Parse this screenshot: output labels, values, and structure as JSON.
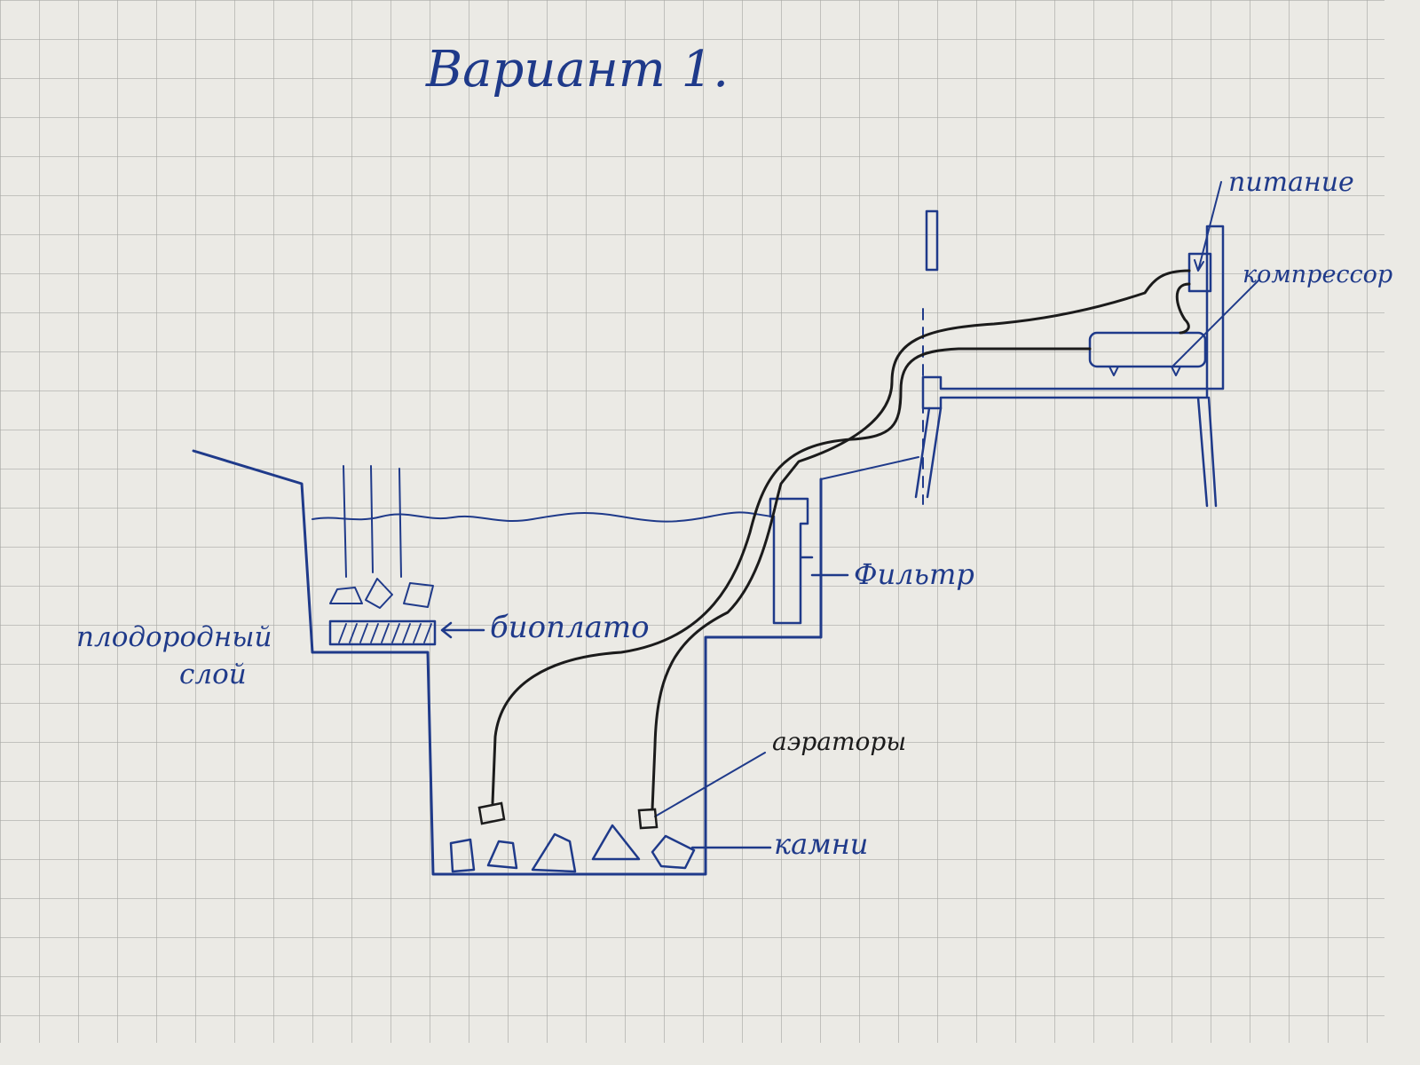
{
  "title": "Вариант 1.",
  "labels": {
    "power": "питание",
    "compressor": "компрессор",
    "filter": "Фильтр",
    "bioplato": "биоплато",
    "fertile_layer_line1": "плодородный",
    "fertile_layer_line2": "слой",
    "aerators": "аэраторы",
    "stones": "камни"
  },
  "colors": {
    "paper": "#ebeae5",
    "grid": "#a9a9a5",
    "ink_blue": "#1f3a8a",
    "ink_black": "#1b1b1b"
  }
}
